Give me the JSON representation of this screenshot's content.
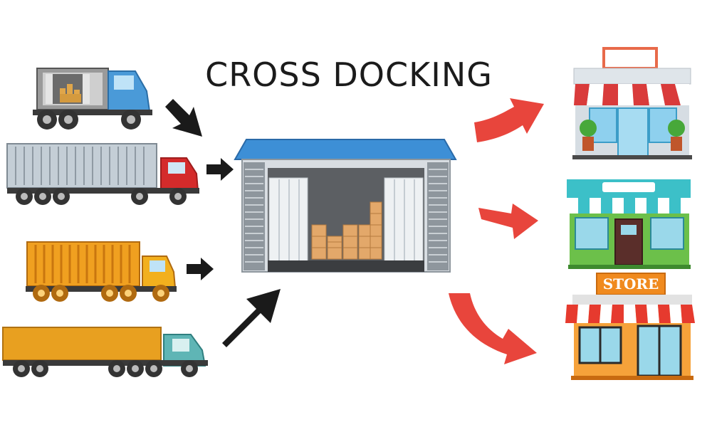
{
  "title": "CROSS DOCKING",
  "store_sign": "STORE",
  "colors": {
    "arrow_black": "#1a1a1a",
    "arrow_red": "#e8453c",
    "warehouse_roof": "#3d8fd6",
    "truck_blue": "#4a9ad8",
    "truck_red": "#d42b2b",
    "container_orange": "#f0a020",
    "store_red_stripe": "#d93b3b",
    "store_teal": "#3cc0c8",
    "store_green": "#6cc04a",
    "store_orange": "#f08a1e"
  },
  "icons": [
    "box-truck-blue",
    "semi-truck-red",
    "container-truck-orange",
    "trailer-truck-teal",
    "warehouse",
    "store-red-awning",
    "store-teal-awning",
    "store-orange-sign",
    "inbound-arrow",
    "outbound-arrow"
  ]
}
